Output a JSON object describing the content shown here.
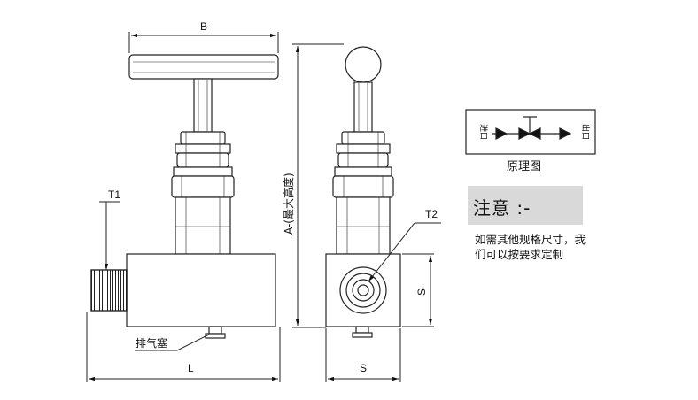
{
  "labels": {
    "dim_b": "B",
    "dim_t1": "T1",
    "dim_t2": "T2",
    "dim_a": "A-(最大高度)",
    "dim_l": "L",
    "dim_s_bottom": "S",
    "dim_s_side": "S",
    "bleed_plug": "排气塞"
  },
  "principle": {
    "inlet": "进口",
    "outlet": "出口",
    "caption": "原理图"
  },
  "note": {
    "title": "注意 :-",
    "line1": "如需其他规格尺寸，我",
    "line2": "们可以按要求定制"
  }
}
